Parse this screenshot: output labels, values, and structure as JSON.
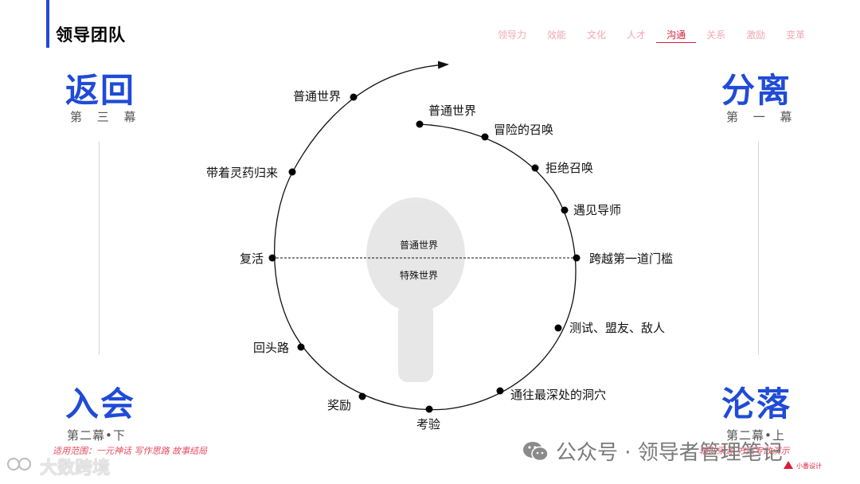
{
  "header": {
    "title": "领导团队"
  },
  "nav": {
    "items": [
      "领导力",
      "效能",
      "文化",
      "人才",
      "沟通",
      "关系",
      "激励",
      "变革"
    ],
    "active_index": 4
  },
  "stages": {
    "return": {
      "title": "返回",
      "sub": "第 三 幕"
    },
    "separation": {
      "title": "分离",
      "sub": "第 一 幕"
    },
    "initiation": {
      "title": "入会",
      "sub": "第二幕•下"
    },
    "descent": {
      "title": "沦落",
      "sub": "第二幕•上"
    }
  },
  "hints": {
    "left": "适用范围：一元神话  写作思路  故事结局",
    "right": "辅助采源  方案专改演示"
  },
  "diagram": {
    "world_top": "普通世界",
    "world_bottom": "特殊世界",
    "nodes": {
      "start": "普通世界",
      "call": "冒险的召唤",
      "refusal": "拒绝召唤",
      "mentor": "遇见导师",
      "threshold": "跨越第一道门槛",
      "tests": "测试、盟友、敌人",
      "cave": "通往最深处的洞穴",
      "ordeal": "考验",
      "reward": "奖励",
      "road_back": "回头路",
      "resurrection": "复活",
      "elixir": "带着灵药归来",
      "ordinary_return": "普通世界"
    }
  },
  "watermarks": {
    "wechat": "公众号 · 领导者管理笔记",
    "dsky": "大数跨境",
    "logo": "小番设计"
  },
  "colors": {
    "accent": "#1f4bd6",
    "nav_active": "#d8203a",
    "nav_inactive": "#f0a8b2"
  }
}
